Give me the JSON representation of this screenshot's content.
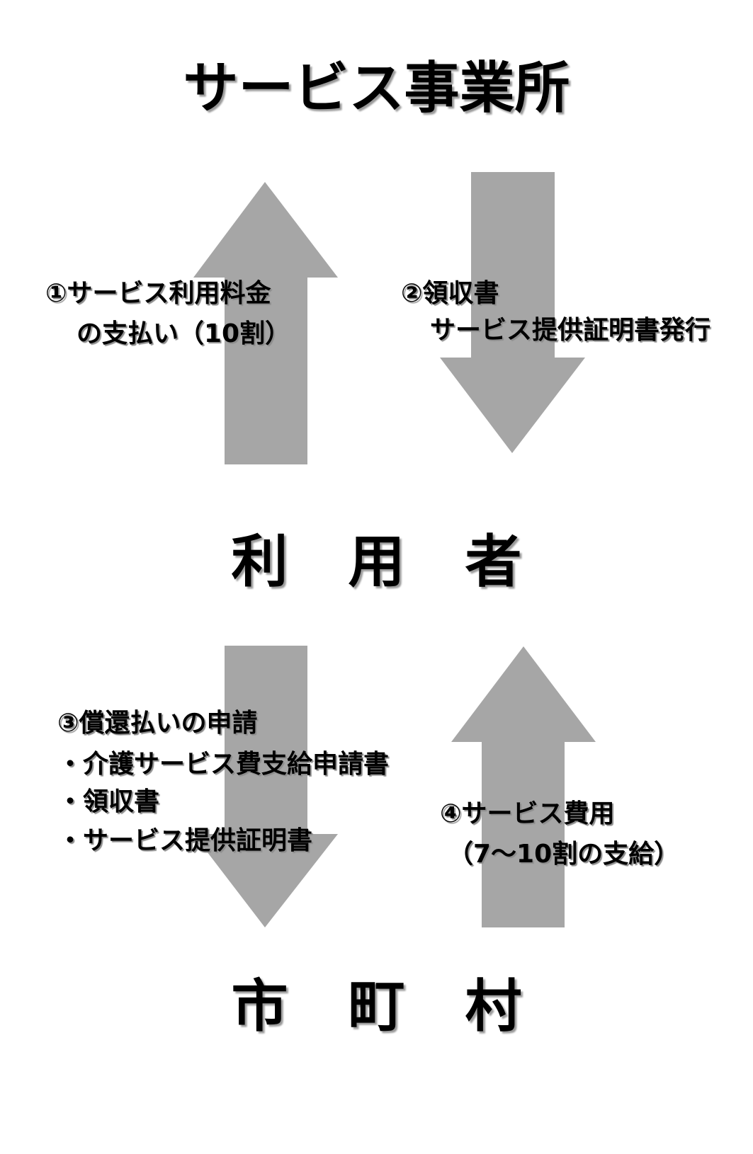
{
  "title": "サービス事業所",
  "user_node": [
    "利",
    "用",
    "者"
  ],
  "city_node": [
    "市",
    "町",
    "村"
  ],
  "arrow_color": "#a6a6a6",
  "steps": {
    "step1": [
      "①サービス利用料金",
      "の支払い（10割）"
    ],
    "step2": [
      "②領収書",
      "サービス提供証明書発行"
    ],
    "step3": [
      "③償還払いの申請",
      "・介護サービス費支給申請書",
      "・領収書",
      "・サービス提供証明書"
    ],
    "step4": [
      "④サービス費用",
      "（7〜10割の支給）"
    ]
  }
}
